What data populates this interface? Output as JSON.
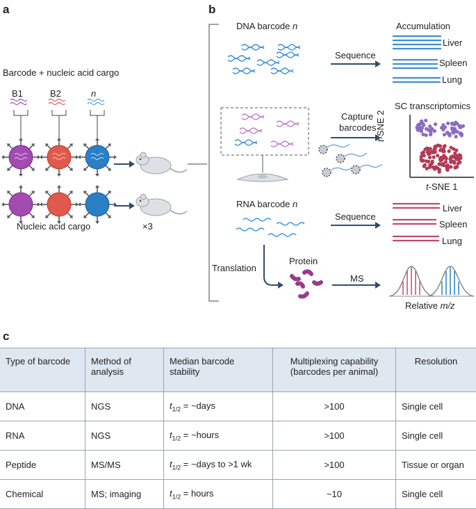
{
  "panel_a": {
    "label": "a",
    "cargo_title": "Barcode + nucleic acid cargo",
    "barcode_labels": [
      "B1",
      "B2",
      "n"
    ],
    "bottom_label": "Nucleic acid cargo",
    "multiplier": "×3",
    "colors": {
      "b1": "#a24bb0",
      "b2": "#e05a4c",
      "n": "#2b7fc4",
      "arrow": "#2f4a6e",
      "mouse": "#d9dde3"
    }
  },
  "panel_b": {
    "label": "b",
    "dna_title": "DNA barcode ",
    "dna_title_n": "n",
    "sequence_label_1": "Sequence",
    "accumulation_title": "Accumulation",
    "organs_1": [
      "Liver",
      "Spleen",
      "Lung"
    ],
    "capture_label_1": "Capture",
    "capture_label_2": "barcodes",
    "sc_title": "SC transcriptomics",
    "tsne_x_label_t": "t",
    "tsne_x_label": "-SNE 1",
    "tsne_y_label_t": "t",
    "tsne_y_label": "-SNE 2",
    "rna_title": "RNA barcode ",
    "rna_title_n": "n",
    "sequence_label_2": "Sequence",
    "organs_2": [
      "Liver",
      "Spleen",
      "Lung"
    ],
    "translation_label": "Translation",
    "protein_label": "Protein",
    "ms_label": "MS",
    "relative_label": "Relative ",
    "relative_label_mz": "m/z",
    "colors": {
      "dna": "#3c8fd6",
      "rna": "#c04a6a",
      "protein": "#9b3a8c",
      "cluster_purple": "#8c6cc0",
      "cluster_red": "#b23a54"
    }
  },
  "panel_c": {
    "label": "c",
    "headers": [
      "Type of barcode",
      "Method of analysis",
      "Median barcode stability",
      "Multiplexing capability (barcodes per animal)",
      "Resolution"
    ],
    "rows": [
      {
        "type": "DNA",
        "method": "NGS",
        "stability": " = ~days",
        "multiplex": ">100",
        "resolution": "Single cell"
      },
      {
        "type": "RNA",
        "method": "NGS",
        "stability": " = ~hours",
        "multiplex": ">100",
        "resolution": "Single cell"
      },
      {
        "type": "Peptide",
        "method": "MS/MS",
        "stability": " = ~days to >1 wk",
        "multiplex": ">100",
        "resolution": "Tissue or organ"
      },
      {
        "type": "Chemical",
        "method": "MS; imaging",
        "stability": " = hours",
        "multiplex": "~10",
        "resolution": "Single cell"
      }
    ],
    "t_symbol": "t",
    "t_sub": "1/2"
  }
}
